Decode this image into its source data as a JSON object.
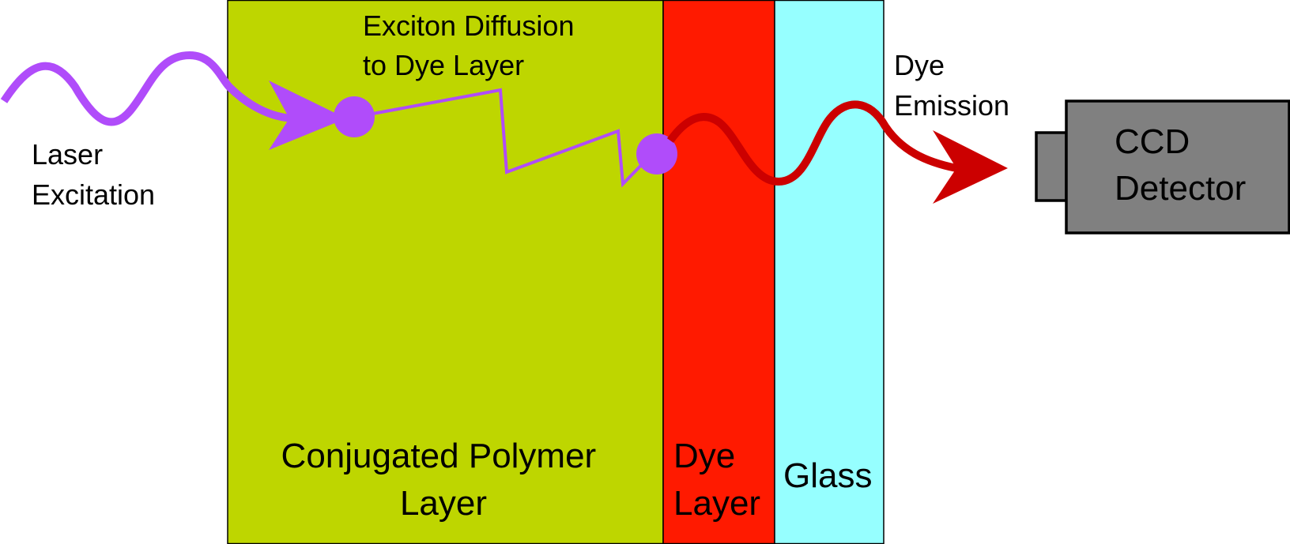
{
  "colors": {
    "polymer_layer": "#BED600",
    "dye_layer": "#FF1A00",
    "glass_layer": "#96FFFF",
    "laser_excitation": "#B04CFA",
    "exciton": "#B04CFA",
    "dye_emission": "#CC0000",
    "detector": "#808080",
    "outline": "#000000"
  },
  "labels": {
    "laser_excitation": [
      "Laser",
      "Excitation"
    ],
    "exciton_diffusion": [
      "Exciton Diffusion",
      "to Dye Layer"
    ],
    "dye_emission": [
      "Dye",
      "Emission"
    ],
    "ccd_detector": [
      "CCD",
      "Detector"
    ],
    "conjugated_polymer_layer": [
      "Conjugated Polymer",
      "Layer"
    ],
    "dye_layer": [
      "Dye",
      "Layer"
    ],
    "glass": "Glass"
  },
  "icons": {
    "laser_wave": "sine-wave-arrow",
    "exciton_path": "zigzag-path",
    "emission_wave": "sine-wave-arrow",
    "detector": "camera-box"
  }
}
